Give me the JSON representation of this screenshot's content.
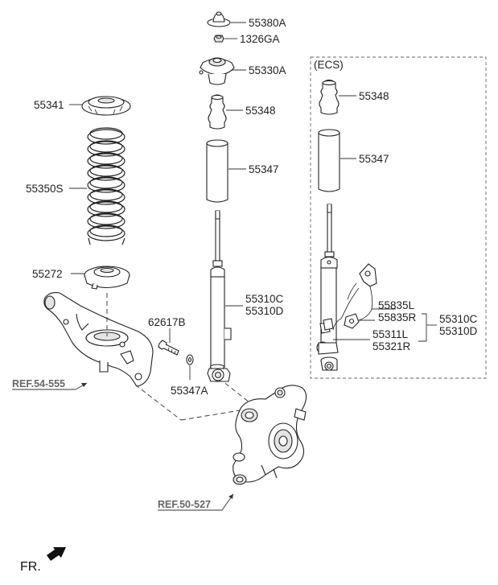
{
  "labels": {
    "p55380A": "55380A",
    "p1326GA": "1326GA",
    "p55330A": "55330A",
    "p55348": "55348",
    "p55347": "55347",
    "p55341": "55341",
    "p55350S": "55350S",
    "p55272": "55272",
    "p55310C": "55310C",
    "p55310D": "55310D",
    "p62617B": "62617B",
    "p55347A": "55347A",
    "ecs": "(ECS)",
    "ecs55348": "55348",
    "ecs55347": "55347",
    "p55835L": "55835L",
    "p55835R": "55835R",
    "p55311L": "55311L",
    "p55321R": "55321R",
    "ecs55310C": "55310C",
    "ecs55310D": "55310D",
    "ref54": "REF.54-555",
    "ref50": "REF.50-527",
    "fr": "FR."
  }
}
